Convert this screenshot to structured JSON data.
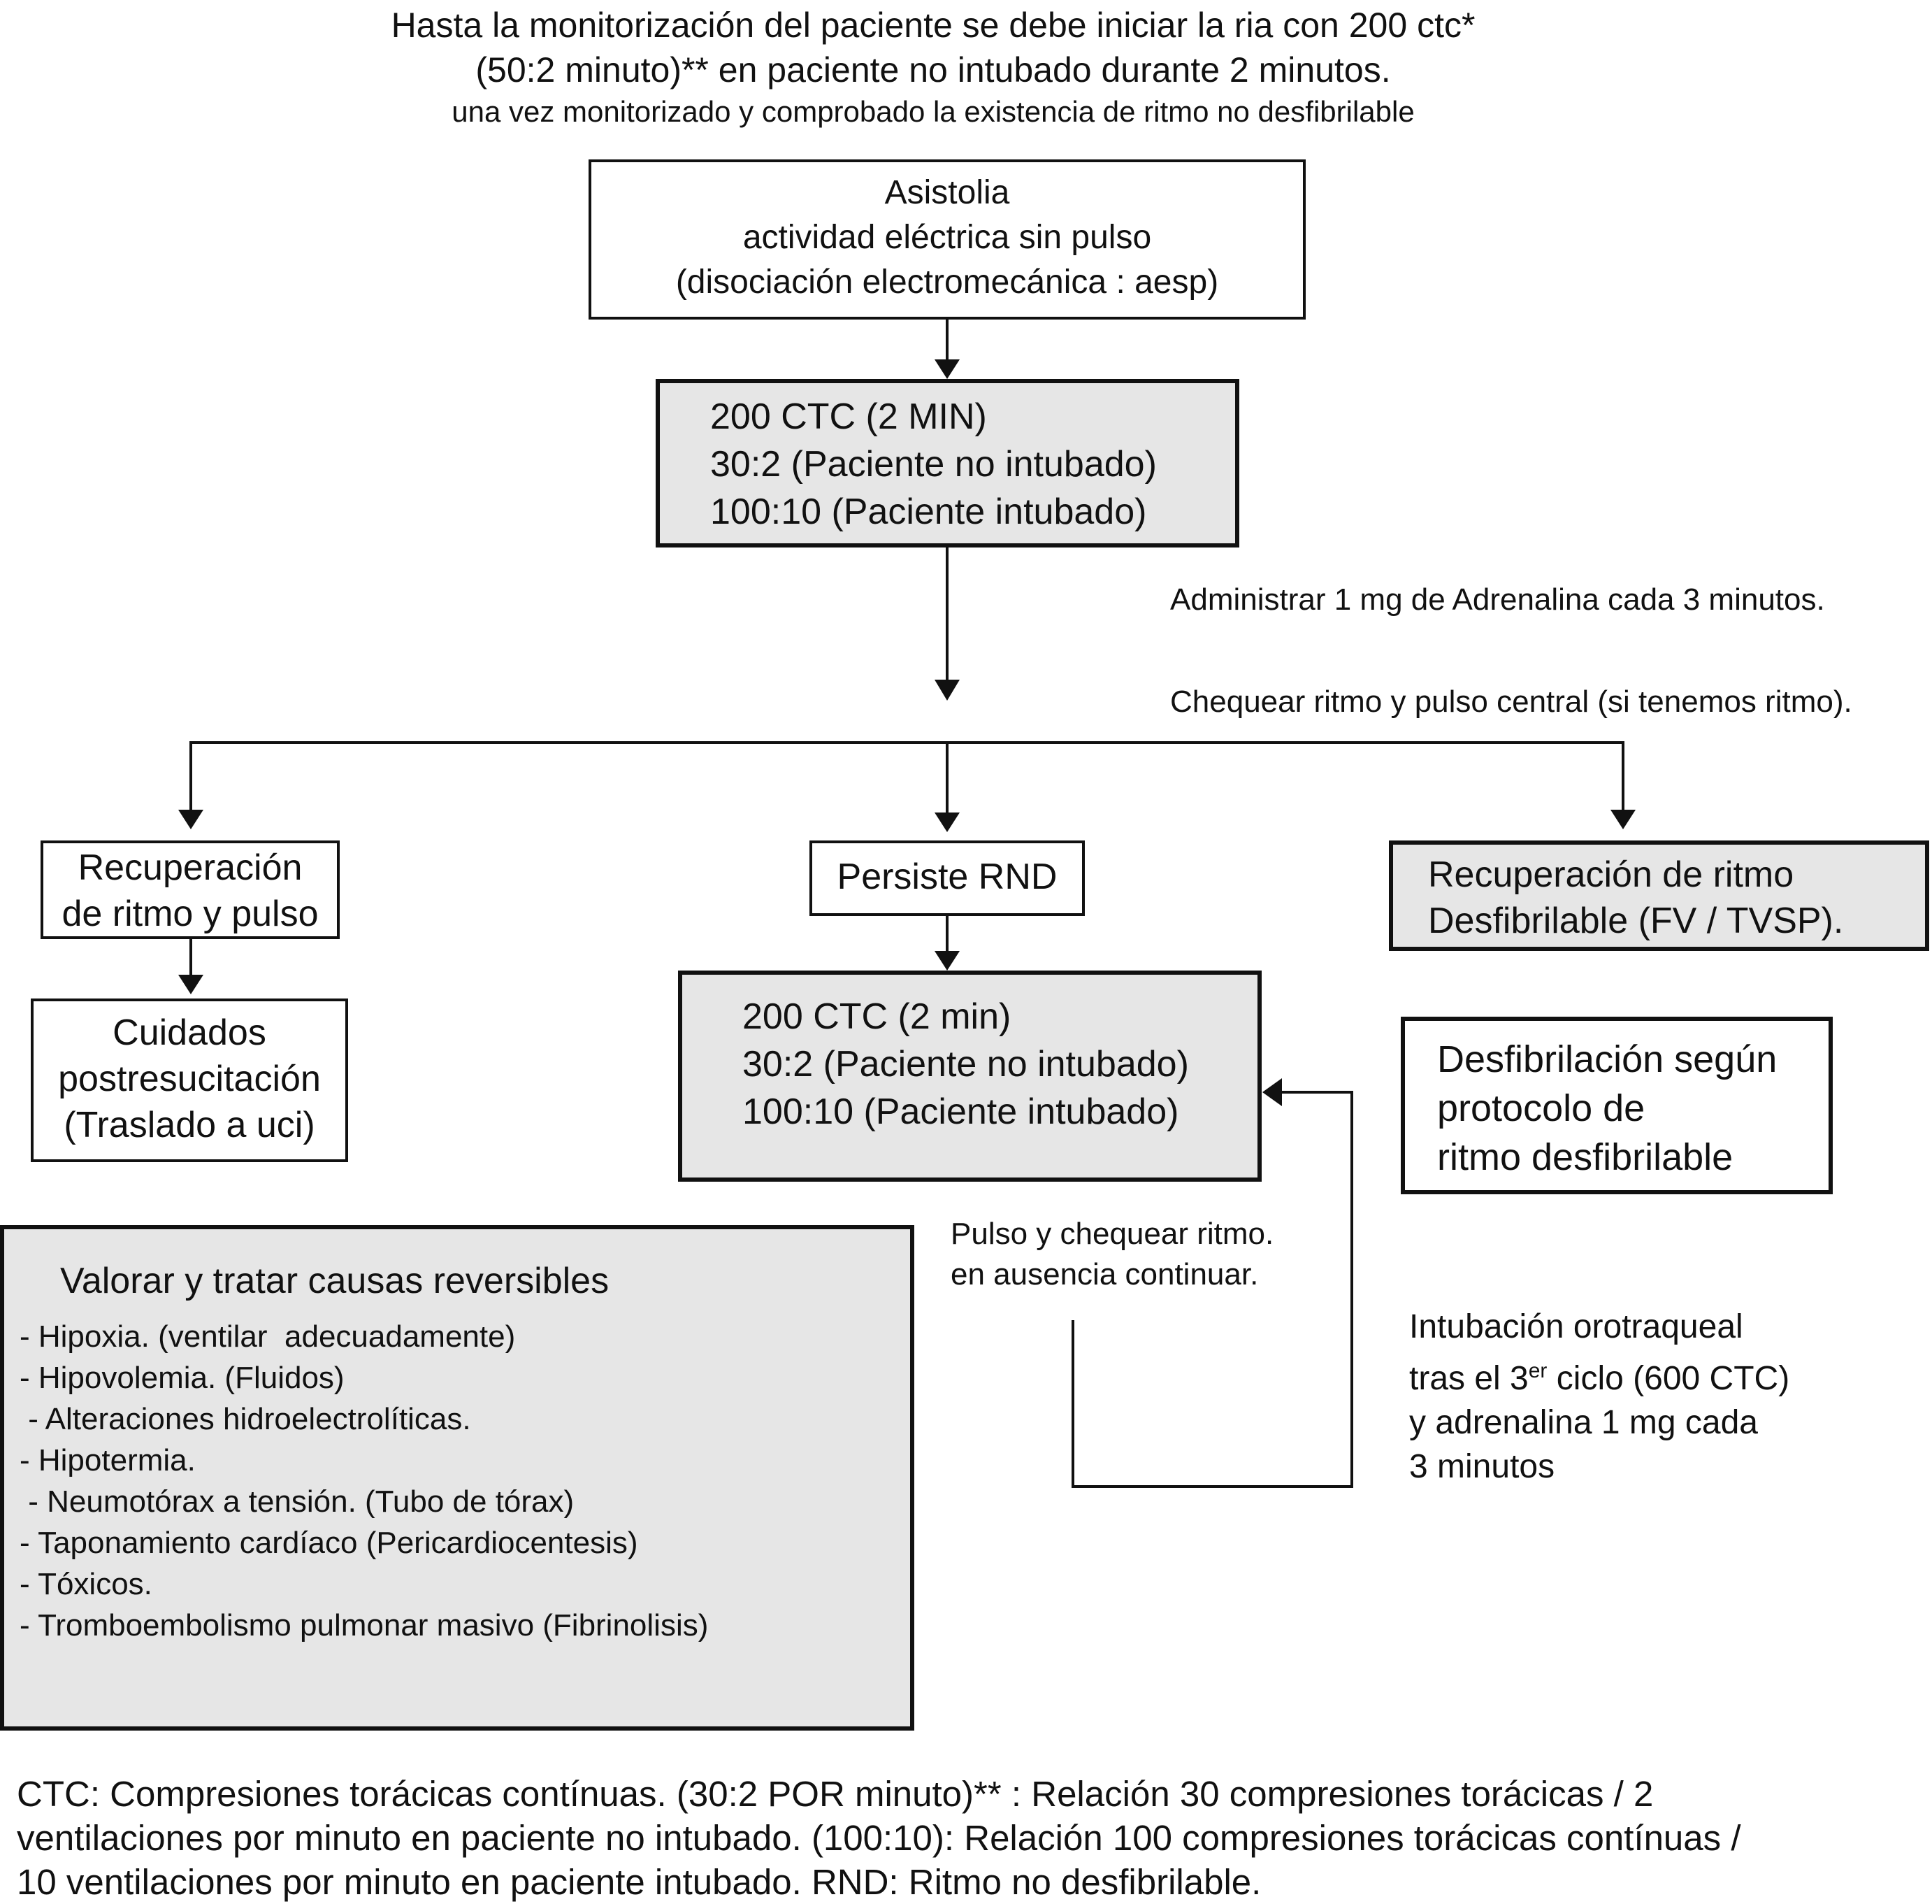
{
  "header": {
    "line1": "Hasta la monitorización del paciente se debe iniciar la ria con 200 ctc*",
    "line2": "(50:2 minuto)** en paciente no intubado durante 2 minutos.",
    "line3": "una vez monitorizado y comprobado la existencia de ritmo no desfibrilable"
  },
  "start_box": {
    "line1": "Asistolia",
    "line2": "actividad eléctrica sin pulso",
    "line3": "(disociación electromecánica : aesp)"
  },
  "cpr_box_1": {
    "line1": "200 CTC (2 MIN)",
    "line2": "30:2 (Paciente no intubado)",
    "line3": "100:10 (Paciente intubado)"
  },
  "side_notes": {
    "adrenaline": "Administrar 1 mg de Adrenalina cada 3 minutos.",
    "check_rhythm": "Chequear ritmo y pulso central (si tenemos ritmo)."
  },
  "branch_left": {
    "line1": "Recuperación",
    "line2": "de ritmo y pulso"
  },
  "branch_middle": {
    "label": "Persiste RND"
  },
  "branch_right": {
    "line1": "Recuperación de ritmo",
    "line2": "Desfibrilable (FV / TVSP)."
  },
  "post_care_box": {
    "line1": "Cuidados",
    "line2": "postresucitación",
    "line3": "(Traslado a uci)"
  },
  "cpr_box_2": {
    "line1": "200 CTC (2 min)",
    "line2": "30:2 (Paciente no intubado)",
    "line3": "100:10 (Paciente intubado)"
  },
  "defib_box": {
    "line1": "Desfibrilación según",
    "line2": "protocolo de",
    "line3": "ritmo desfibrilable"
  },
  "loop_note": {
    "line1": "Pulso y chequear ritmo.",
    "line2": "en ausencia continuar."
  },
  "intubation_note": {
    "line1": "Intubación orotraqueal",
    "line2_pre": "tras el 3",
    "line2_sup": "er",
    "line2_post": " ciclo (600 CTC)",
    "line3": "y adrenalina 1 mg cada",
    "line4": "3 minutos"
  },
  "causes_box": {
    "title": "Valorar y tratar causas reversibles",
    "items": [
      "- Hipoxia. (ventilar  adecuadamente)",
      "- Hipovolemia. (Fluidos)",
      " - Alteraciones hidroelectrolíticas.",
      "- Hipotermia.",
      " - Neumotórax a tensión. (Tubo de tórax)",
      "- Taponamiento cardíaco (Pericardiocentesis)",
      "- Tóxicos.",
      "- Tromboembolismo pulmonar masivo (Fibrinolisis)"
    ]
  },
  "footnote": {
    "line1": "CTC: Compresiones torácicas contínuas. (30:2 POR minuto)** : Relación 30 compresiones torácicas / 2",
    "line2": "ventilaciones por minuto en paciente no intubado.  (100:10): Relación 100 compresiones torácicas contínuas /",
    "line3": "10 ventilaciones por minuto en paciente intubado.  RND: Ritmo no desfibrilable."
  }
}
